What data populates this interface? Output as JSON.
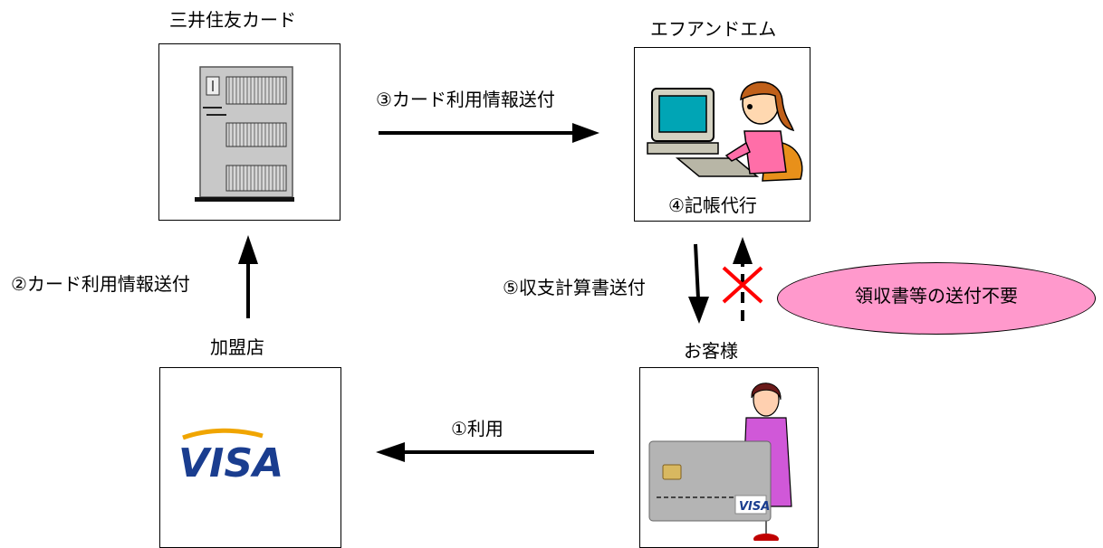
{
  "nodes": {
    "card_company": {
      "label": "三井住友カード"
    },
    "fm": {
      "label": "エフアンドエム",
      "caption": "④記帳代行"
    },
    "merchant": {
      "label": "加盟店",
      "logo_text": "VISA"
    },
    "customer": {
      "label": "お客様",
      "card_text": "VISA"
    }
  },
  "edges": {
    "use": "①利用",
    "merchant_to_card": "②カード利用情報送付",
    "card_to_fm": "③カード利用情報送付",
    "fm_to_customer": "⑤収支計算書送付"
  },
  "callout": {
    "text": "領収書等の送付不要",
    "color": "#ff99cc"
  },
  "colors": {
    "cross": "#ff0000",
    "visa_blue": "#1a3d8f",
    "visa_gold": "#f0a500"
  }
}
